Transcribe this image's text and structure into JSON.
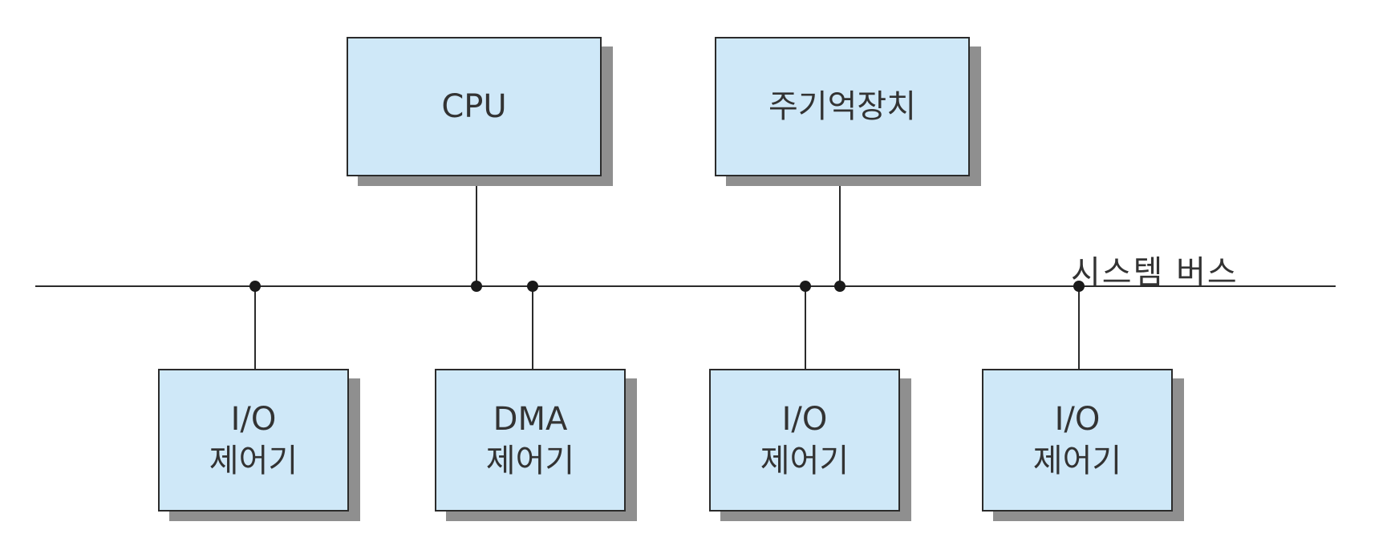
{
  "bus": {
    "label": "시스템 버스"
  },
  "components": {
    "cpu": {
      "lines": [
        "CPU"
      ]
    },
    "memory": {
      "lines": [
        "주기억장치"
      ]
    },
    "io1": {
      "lines": [
        "I/O",
        "제어기"
      ]
    },
    "dma": {
      "lines": [
        "DMA",
        "제어기"
      ]
    },
    "io2": {
      "lines": [
        "I/O",
        "제어기"
      ]
    },
    "io3": {
      "lines": [
        "I/O",
        "제어기"
      ]
    }
  },
  "colors": {
    "box_fill": "#cfe8f8",
    "line": "#2b2b2b",
    "shadow": "#8f8f8f"
  }
}
